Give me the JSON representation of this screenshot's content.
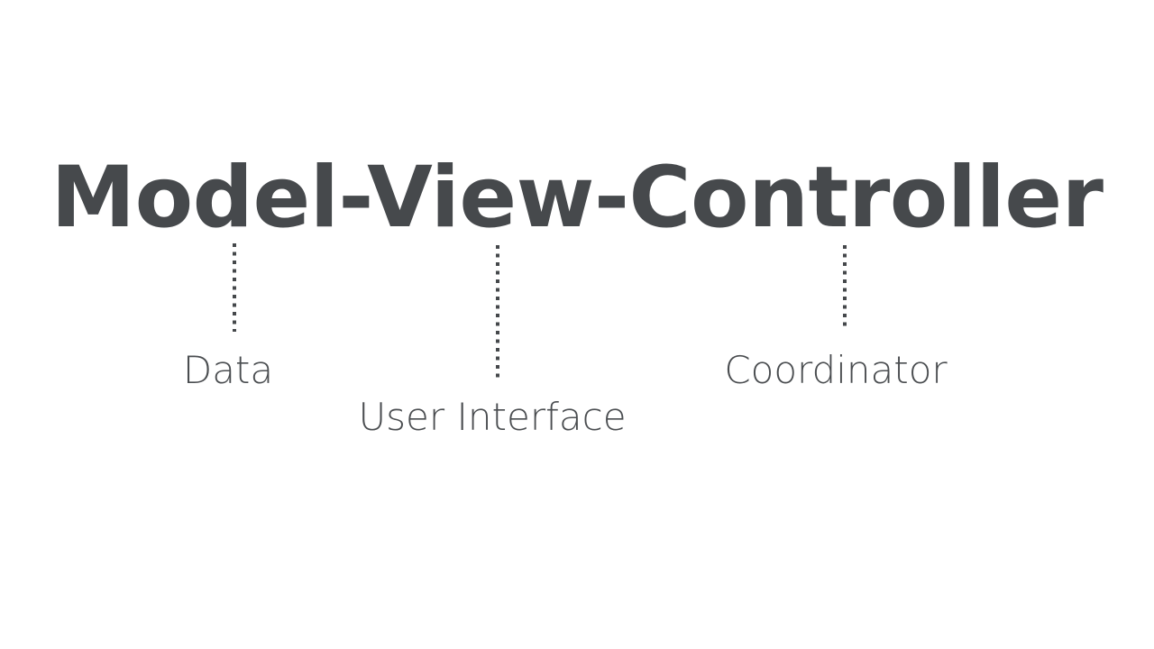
{
  "slide": {
    "background_color": "#ffffff",
    "title": {
      "text": "Model-View-Controller",
      "color": "#46494c"
    },
    "connectors": [
      {
        "name": "model-connector",
        "style": "dotted-vertical",
        "color": "#45484b"
      },
      {
        "name": "view-connector",
        "style": "dotted-vertical",
        "color": "#45484b"
      },
      {
        "name": "controller-connector",
        "style": "dotted-vertical",
        "color": "#45484b"
      }
    ],
    "captions": [
      {
        "term": "Model",
        "label": "Data",
        "color": "#4a4d50"
      },
      {
        "term": "View",
        "label": "User Interface",
        "color": "#4a4d50"
      },
      {
        "term": "Controller",
        "label": "Coordinator",
        "color": "#4a4d50"
      }
    ]
  }
}
